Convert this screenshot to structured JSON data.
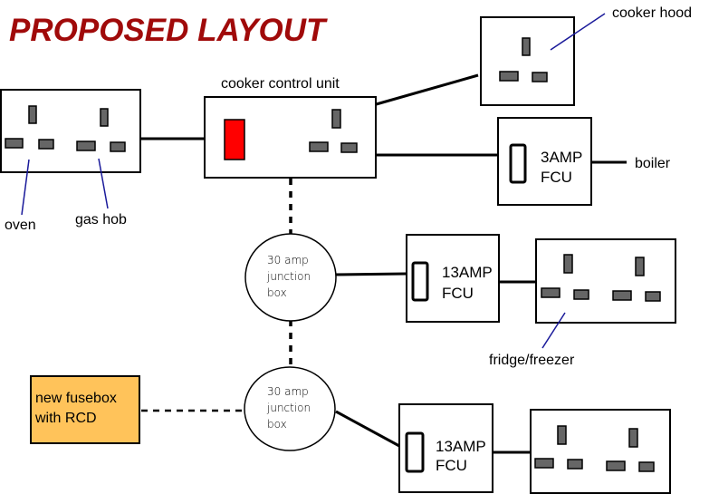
{
  "title": "PROPOSED LAYOUT",
  "colors": {
    "title": "#a00a0a",
    "switch_red": "#ff0000",
    "fusebox_fill": "#ffc35a",
    "pin_gray": "#666666",
    "pointer_blue": "#1a1a9a"
  },
  "labels": {
    "cooker_control_unit": "cooker control unit",
    "cooker_hood": "cooker hood",
    "boiler": "boiler",
    "oven": "oven",
    "gas_hob": "gas hob",
    "fridge_freezer": "fridge/freezer"
  },
  "fcu": {
    "boiler": {
      "line1": "3AMP",
      "line2": "FCU"
    },
    "fridge": {
      "line1": "13AMP",
      "line2": "FCU"
    },
    "lower": {
      "line1": "13AMP",
      "line2": "FCU"
    }
  },
  "junction_boxes": [
    {
      "line1": "30 amp",
      "line2": "junction",
      "line3": "box"
    },
    {
      "line1": "30 amp",
      "line2": "junction",
      "line3": "box"
    }
  ],
  "fusebox": {
    "line1": "new fusebox",
    "line2": "with RCD"
  }
}
